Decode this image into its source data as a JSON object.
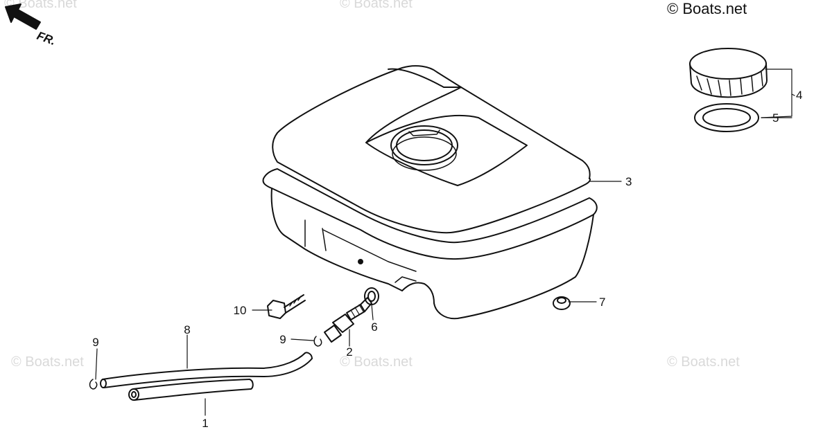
{
  "copyright": "© Boats.net",
  "watermarks": [
    "© Boats.net",
    "© Boats.net",
    "© Boats.net",
    "© Boats.net",
    "© Boats.net"
  ],
  "direction_label": "FR.",
  "callouts": {
    "c1": "1",
    "c2": "2",
    "c3": "3",
    "c4": "4",
    "c5": "5",
    "c6": "6",
    "c7": "7",
    "c8": "8",
    "c9a": "9",
    "c9b": "9",
    "c10": "10"
  },
  "colors": {
    "ink": "#111111",
    "watermark": "#d9d9d9",
    "background": "#ffffff"
  }
}
